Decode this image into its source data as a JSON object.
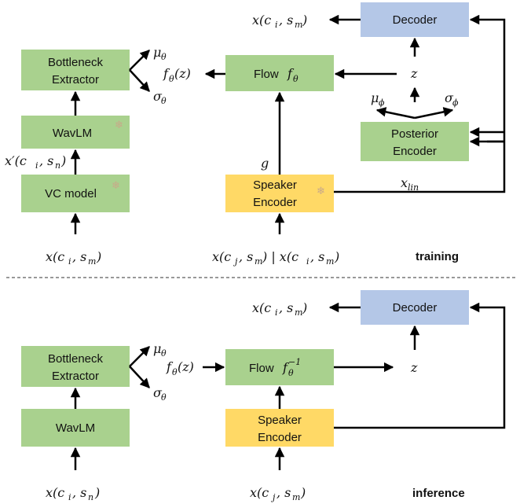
{
  "training": {
    "label": "training",
    "bottleneck_extractor": "Bottleneck Extractor",
    "bottleneck_line1": "Bottleneck",
    "bottleneck_line2": "Extractor",
    "wavlm": "WavLM",
    "vc_model": "VC model",
    "flow": "Flow",
    "decoder": "Decoder",
    "posterior_encoder_line1": "Posterior",
    "posterior_encoder_line2": "Encoder",
    "speaker_encoder_line1": "Speaker",
    "speaker_encoder_line2": "Encoder",
    "frozen_icon": "snowflake-icon",
    "math": {
      "mu_theta": "μθ",
      "sigma_theta": "σθ",
      "f_theta_z": "fθ(z)",
      "x_prime": "x′(ci, sn)",
      "x_ci_sm_top": "x(ci, sm)",
      "z": "z",
      "mu_phi": "μϕ",
      "sigma_phi": "σϕ",
      "g": "g",
      "x_lin": "xlin",
      "input_left": "x(ci, sm)",
      "input_mid": "x(cj, sm) | x(ci, sm)"
    }
  },
  "inference": {
    "label": "inference",
    "bottleneck_line1": "Bottleneck",
    "bottleneck_line2": "Extractor",
    "wavlm": "WavLM",
    "flow": "Flow",
    "decoder": "Decoder",
    "speaker_encoder_line1": "Speaker",
    "speaker_encoder_line2": "Encoder",
    "math": {
      "mu_theta": "μθ",
      "sigma_theta": "σθ",
      "f_theta_z": "fθ(z)",
      "x_ci_sm_top": "x(ci, sm)",
      "z": "z",
      "input_left": "x(ci, sn)",
      "input_mid": "x(cj, sm)"
    }
  },
  "colors": {
    "green": "#a9d18e",
    "blue": "#b4c7e7",
    "yellow": "#ffd966"
  }
}
